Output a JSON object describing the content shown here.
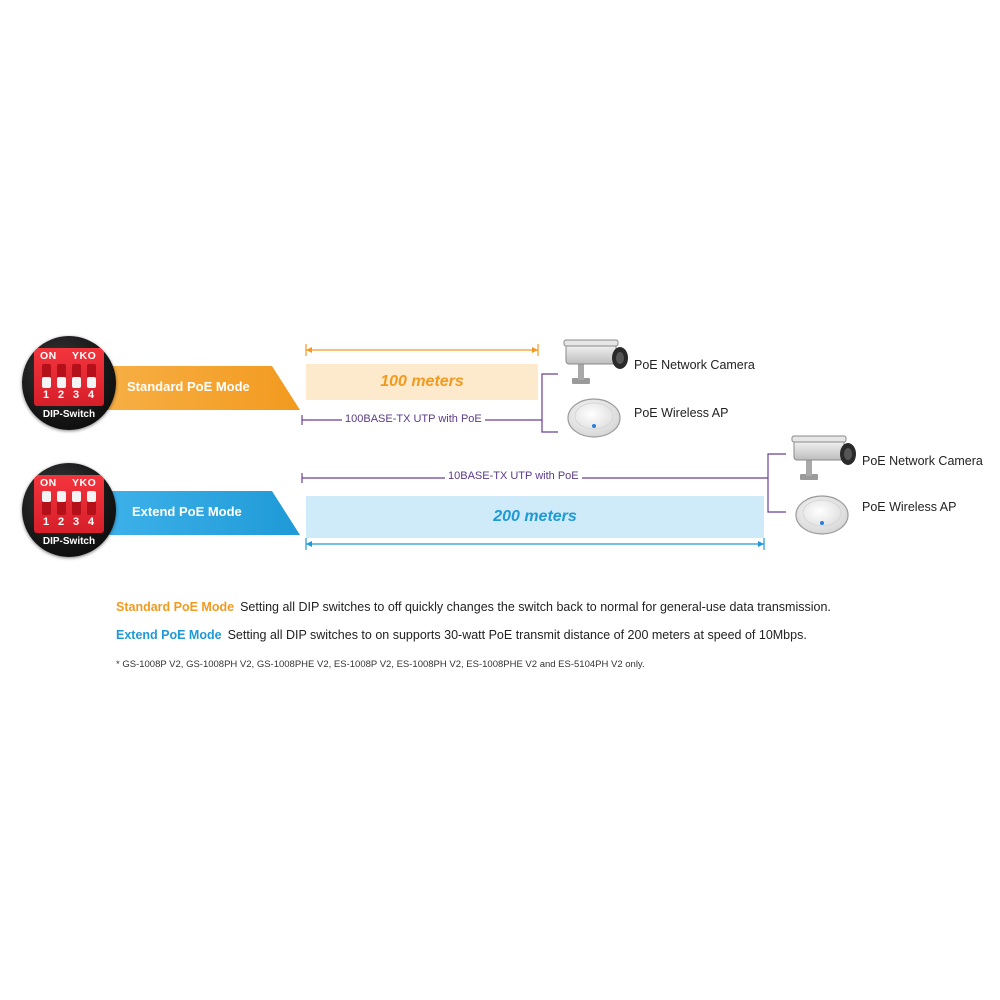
{
  "rows": [
    {
      "mode_label": "Standard PoE Mode",
      "dip": {
        "top_left": "ON",
        "top_right": "YKO",
        "numbers": [
          "1",
          "2",
          "3",
          "4"
        ],
        "label": "DIP-Switch",
        "state": "off"
      },
      "distance_label": "100 meters",
      "cable_label": "100BASE-TX UTP with PoE",
      "devices": [
        "PoE Network Camera",
        "PoE Wireless AP"
      ]
    },
    {
      "mode_label": "Extend PoE Mode",
      "dip": {
        "top_left": "ON",
        "top_right": "YKO",
        "numbers": [
          "1",
          "2",
          "3",
          "4"
        ],
        "label": "DIP-Switch",
        "state": "on"
      },
      "distance_label": "200 meters",
      "cable_label": "10BASE-TX UTP with PoE",
      "devices": [
        "PoE Network Camera",
        "PoE Wireless AP"
      ]
    }
  ],
  "descriptions": [
    {
      "title": "Standard PoE Mode",
      "text": "Setting all DIP switches to off quickly changes the switch back to normal for general-use data transmission."
    },
    {
      "title": "Extend PoE Mode",
      "text": "Setting all DIP switches to on supports 30-watt PoE transmit distance of 200 meters at speed of 10Mbps."
    }
  ],
  "footnote": "* GS-1008P V2, GS-1008PH V2, GS-1008PHE V2, ES-1008P V2, ES-1008PH V2, ES-1008PHE V2 and ES-5104PH V2 only.",
  "colors": {
    "standard": "#f29a1f",
    "extend": "#1f9ad7",
    "standard_fill": "#fde9cc",
    "extend_fill": "#cfeaf8",
    "cable": "#6a3f97",
    "dip_red": "#e4262f"
  },
  "icons": [
    "dip-switch-icon",
    "network-camera-icon",
    "wireless-ap-icon"
  ]
}
